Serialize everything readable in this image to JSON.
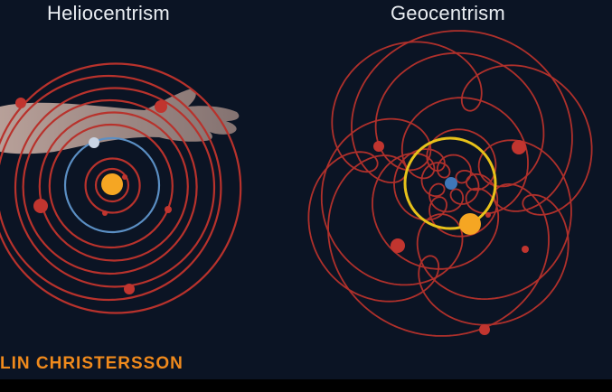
{
  "titles": {
    "left": "Heliocentrism",
    "right": "Geocentrism"
  },
  "credit": "LIN CHRISTERSSON",
  "colors": {
    "background": "#0b1424",
    "orbit_red": "#b8322c",
    "planet_red": "#c1352f",
    "sun": "#f5a623",
    "earth_orbit": "#5b8fc4",
    "earth": "#c9d4e4",
    "sun_orbit_geo": "#e8c21a",
    "earth_geo": "#3f77b9",
    "credit": "#f08a1c"
  },
  "icons": {
    "hand": "hand-silhouette-icon"
  }
}
